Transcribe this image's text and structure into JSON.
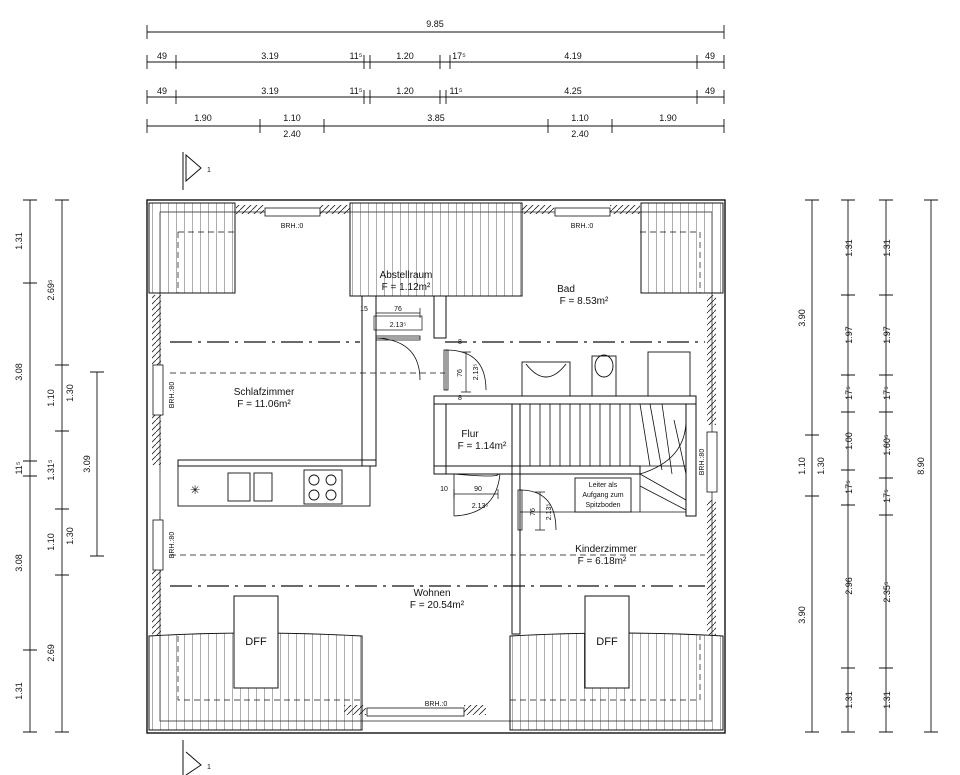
{
  "top_dims": {
    "overall": "9.85",
    "row1": [
      "49",
      "3.19",
      "11⁵",
      "1.20",
      "17⁵",
      "4.19",
      "49"
    ],
    "row2": [
      "49",
      "3.19",
      "11⁵",
      "1.20",
      "11⁵",
      "4.25",
      "49"
    ],
    "row3": [
      "1.90",
      "1.10",
      "3.85",
      "1.10",
      "1.90"
    ],
    "row3_sub": [
      "2.40",
      "2.40"
    ]
  },
  "left_dims": {
    "col1": [
      "1.31",
      "3.08",
      "11⁵",
      "3.08",
      "1.31"
    ],
    "col2": [
      "2.69⁵",
      "1.10",
      "1.31⁵",
      "1.10",
      "2.69"
    ],
    "col3": [
      "1.30",
      "1.30"
    ],
    "col4": [
      "3.09"
    ]
  },
  "right_dims": {
    "col1": [
      "3.90",
      "1.10",
      "3.90"
    ],
    "col2": [
      "1.30"
    ],
    "col3": [
      "1.31",
      "1.97",
      "17⁵",
      "1.00",
      "17⁵",
      "2.96",
      "1.31"
    ],
    "col4": [
      "1.31",
      "1.97",
      "17⁵",
      "1.60⁵",
      "17⁵",
      "2.35⁵",
      "1.31"
    ],
    "col5": [
      "8.90"
    ]
  },
  "rooms": {
    "abstellraum": {
      "name": "Abstellraum",
      "area": "F = 1.12m²"
    },
    "bad": {
      "name": "Bad",
      "area": "F = 8.53m²"
    },
    "schlafzimmer": {
      "name": "Schlafzimmer",
      "area": "F = 11.06m²"
    },
    "flur": {
      "name": "Flur",
      "area": "F = 1.14m²"
    },
    "kinderzimmer": {
      "name": "Kinderzimmer",
      "area": "F = 6.18m²"
    },
    "wohnen": {
      "name": "Wohnen",
      "area": "F = 20.54m²"
    }
  },
  "labels": {
    "dff": "DFF",
    "brh": "BRH.:0",
    "brh80": "BRH.:80",
    "ladder": [
      "Leiter als",
      "Aufgang zum",
      "Spitzboden"
    ],
    "section_mark": "1"
  },
  "door_dims": {
    "abst_w": "76",
    "abst_h": "2.13⁵",
    "abst_15": "15",
    "bad_76": "76",
    "bad_213": "2.13⁵",
    "bad_8a": "8",
    "bad_8b": "8",
    "flur_10": "10",
    "flur_90": "90",
    "flur_213": "2.13⁵",
    "kind_76": "76",
    "kind_213": "2.13⁵"
  }
}
